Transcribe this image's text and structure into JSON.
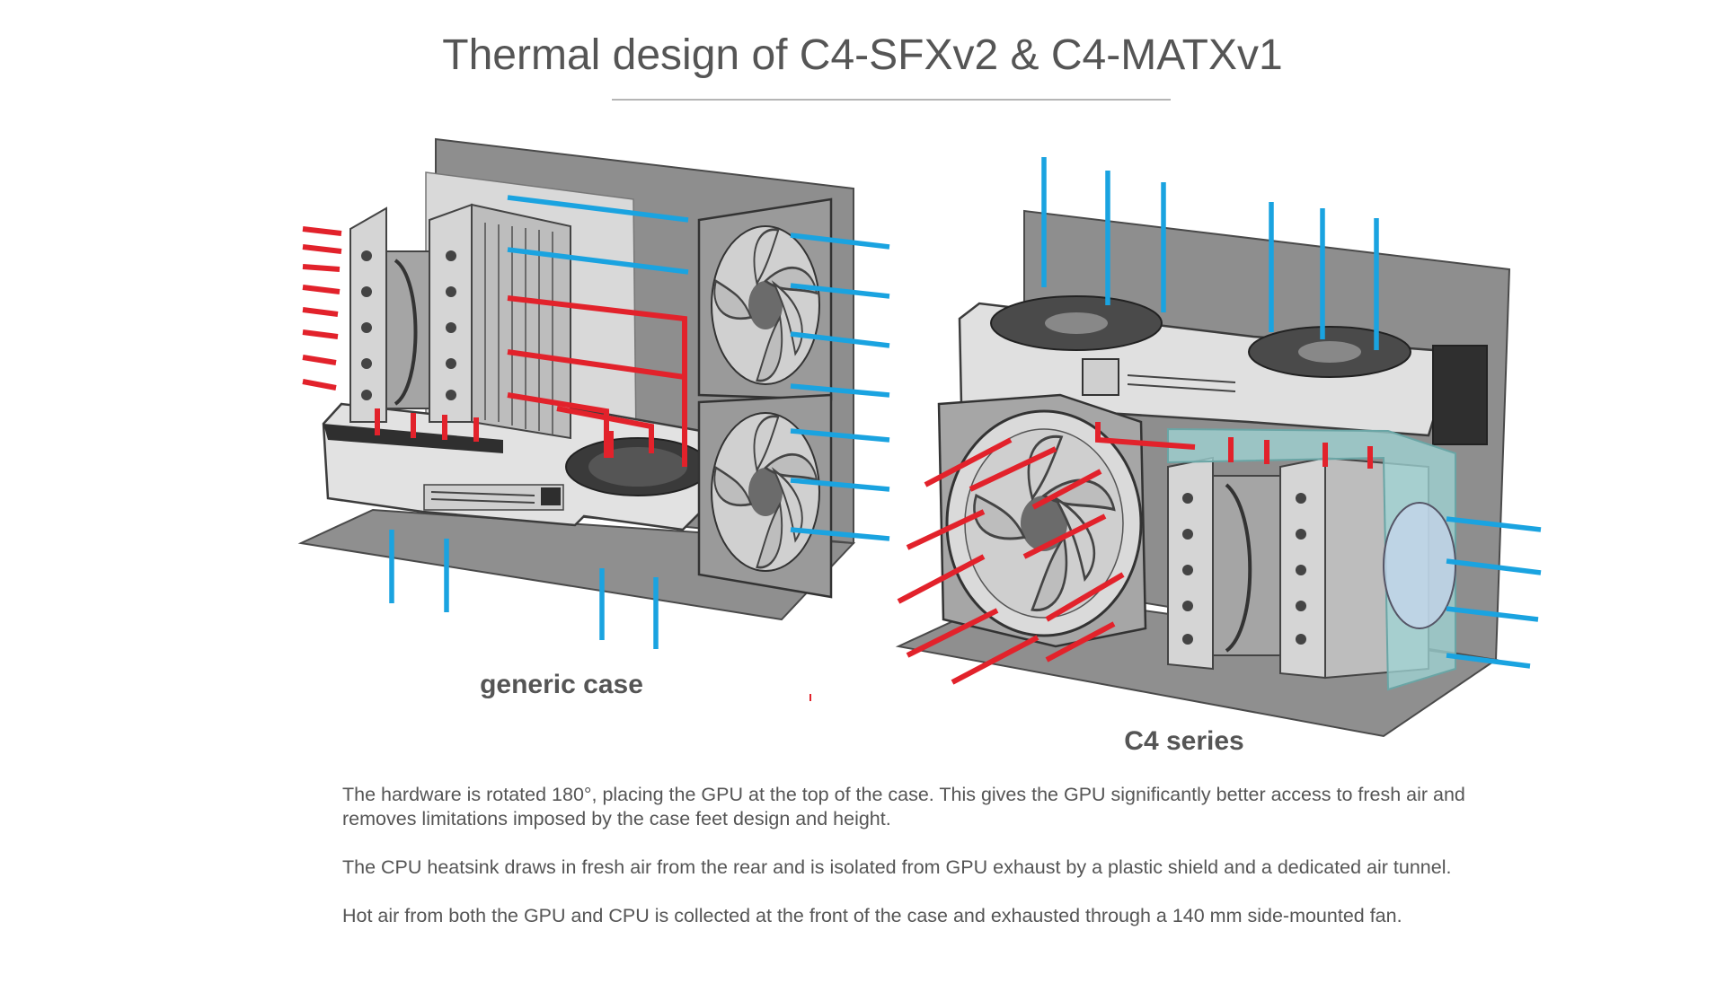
{
  "title": "Thermal design of C4-SFXv2 & C4-MATXv1",
  "cases": [
    {
      "label": "generic case"
    },
    {
      "label": "C4 series"
    }
  ],
  "paragraphs": [
    "The hardware is rotated 180°, placing the GPU at the top of the case. This gives the GPU significantly better access to fresh air and removes limitations imposed by the case feet design and height.",
    "The CPU heatsink draws in fresh air from the rear and is isolated from GPU exhaust by a plastic shield and a dedicated air tunnel.",
    "Hot air from both the GPU and CPU is collected at the front of the case and exhausted through a 140 mm side-mounted fan."
  ],
  "colors": {
    "fresh_air": "#1aa3e0",
    "hot_air": "#e2222b",
    "panel": "#8e8e8e",
    "shield": "#9fd6d6"
  }
}
